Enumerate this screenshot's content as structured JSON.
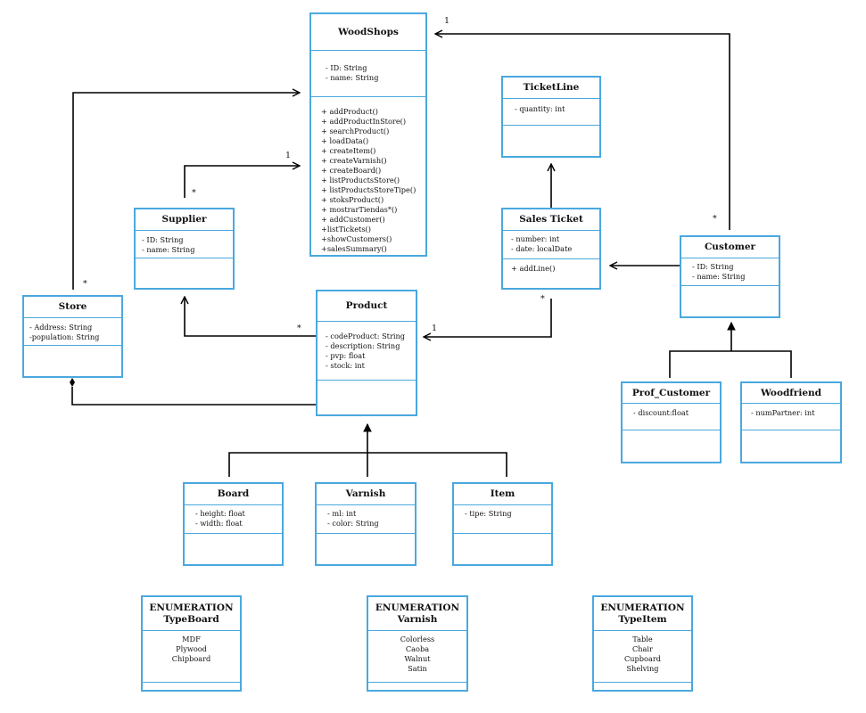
{
  "classes": {
    "woodshops": {
      "name": "WoodShops",
      "attributes": [
        "- ID: String",
        "- name: String"
      ],
      "operations": [
        "+ addProduct()",
        "+ addProductInStore()",
        "+ searchProduct()",
        "+ loadData()",
        "+ createItem()",
        "+ createVarnish()",
        "+ createBoard()",
        "+ listProductsStore()",
        "+ listProductsStoreTipe()",
        "+ stoksProduct()",
        "+ mostrarTiendas*()",
        "+ addCustomer()",
        "+listTickets()",
        "+showCustomers()",
        "+salesSummary()"
      ]
    },
    "ticketline": {
      "name": "TicketLine",
      "attributes": [
        "- quantity: int"
      ]
    },
    "salesticket": {
      "name": "Sales Ticket",
      "attributes": [
        "- number: int",
        "- date: localDate"
      ],
      "operations": [
        "+ addLine()"
      ]
    },
    "supplier": {
      "name": "Supplier",
      "attributes": [
        "- ID: String",
        "- name: String"
      ]
    },
    "customer": {
      "name": "Customer",
      "attributes": [
        "- ID: String",
        "- name: String"
      ]
    },
    "store": {
      "name": "Store",
      "attributes": [
        "- Address: String",
        "-population: String"
      ]
    },
    "product": {
      "name": "Product",
      "attributes": [
        "- codeProduct: String",
        "- description: String",
        "- pvp: float",
        "- stock: int"
      ]
    },
    "profcustomer": {
      "name": "Prof_Customer",
      "attributes": [
        "- discount:float"
      ]
    },
    "woodfriend": {
      "name": "Woodfriend",
      "attributes": [
        "- numPartner: int"
      ]
    },
    "board": {
      "name": "Board",
      "attributes": [
        "- height: float",
        "- width: float"
      ]
    },
    "varnish": {
      "name": "Varnish",
      "attributes": [
        "- ml: int",
        "- color: String"
      ]
    },
    "item": {
      "name": "Item",
      "attributes": [
        "- tipe: String"
      ]
    }
  },
  "enumerations": {
    "typeboard": {
      "stereotype": "ENUMERATION",
      "name": "TypeBoard",
      "values": [
        "MDF",
        "Plywood",
        "Chipboard"
      ]
    },
    "varnish": {
      "stereotype": "ENUMERATION",
      "name": "Varnish",
      "values": [
        "Colorless",
        "Caoba",
        "Walnut",
        "Satin"
      ]
    },
    "typeitem": {
      "stereotype": "ENUMERATION",
      "name": "TypeItem",
      "values": [
        "Table",
        "Chair",
        "Cupboard",
        "Shelving"
      ]
    }
  },
  "multiplicities": {
    "customer_end": "*",
    "woodshops_customer_end": "1",
    "supplier_end": "*",
    "woodshops_supplier_end": "1",
    "store_end": "*",
    "product_supplier_end": "*",
    "salesticket_end": "*",
    "product_salesticket_end": "1"
  },
  "colors": {
    "class_border": "#4aa8df",
    "line": "#000000",
    "text": "#111111"
  }
}
